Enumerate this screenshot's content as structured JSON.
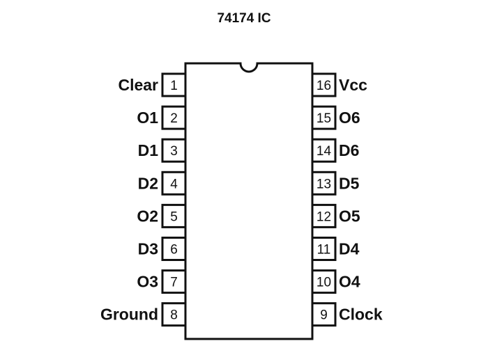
{
  "title": "74174 IC",
  "left_pins": [
    {
      "number": "1",
      "label": "Clear"
    },
    {
      "number": "2",
      "label": "O1"
    },
    {
      "number": "3",
      "label": "D1"
    },
    {
      "number": "4",
      "label": "D2"
    },
    {
      "number": "5",
      "label": "O2"
    },
    {
      "number": "6",
      "label": "D3"
    },
    {
      "number": "7",
      "label": "O3"
    },
    {
      "number": "8",
      "label": "Ground"
    }
  ],
  "right_pins": [
    {
      "number": "16",
      "label": "Vcc"
    },
    {
      "number": "15",
      "label": "O6"
    },
    {
      "number": "14",
      "label": "D6"
    },
    {
      "number": "13",
      "label": "D5"
    },
    {
      "number": "12",
      "label": "O5"
    },
    {
      "number": "11",
      "label": "D4"
    },
    {
      "number": "10",
      "label": "O4"
    },
    {
      "number": "9",
      "label": "Clock"
    }
  ]
}
